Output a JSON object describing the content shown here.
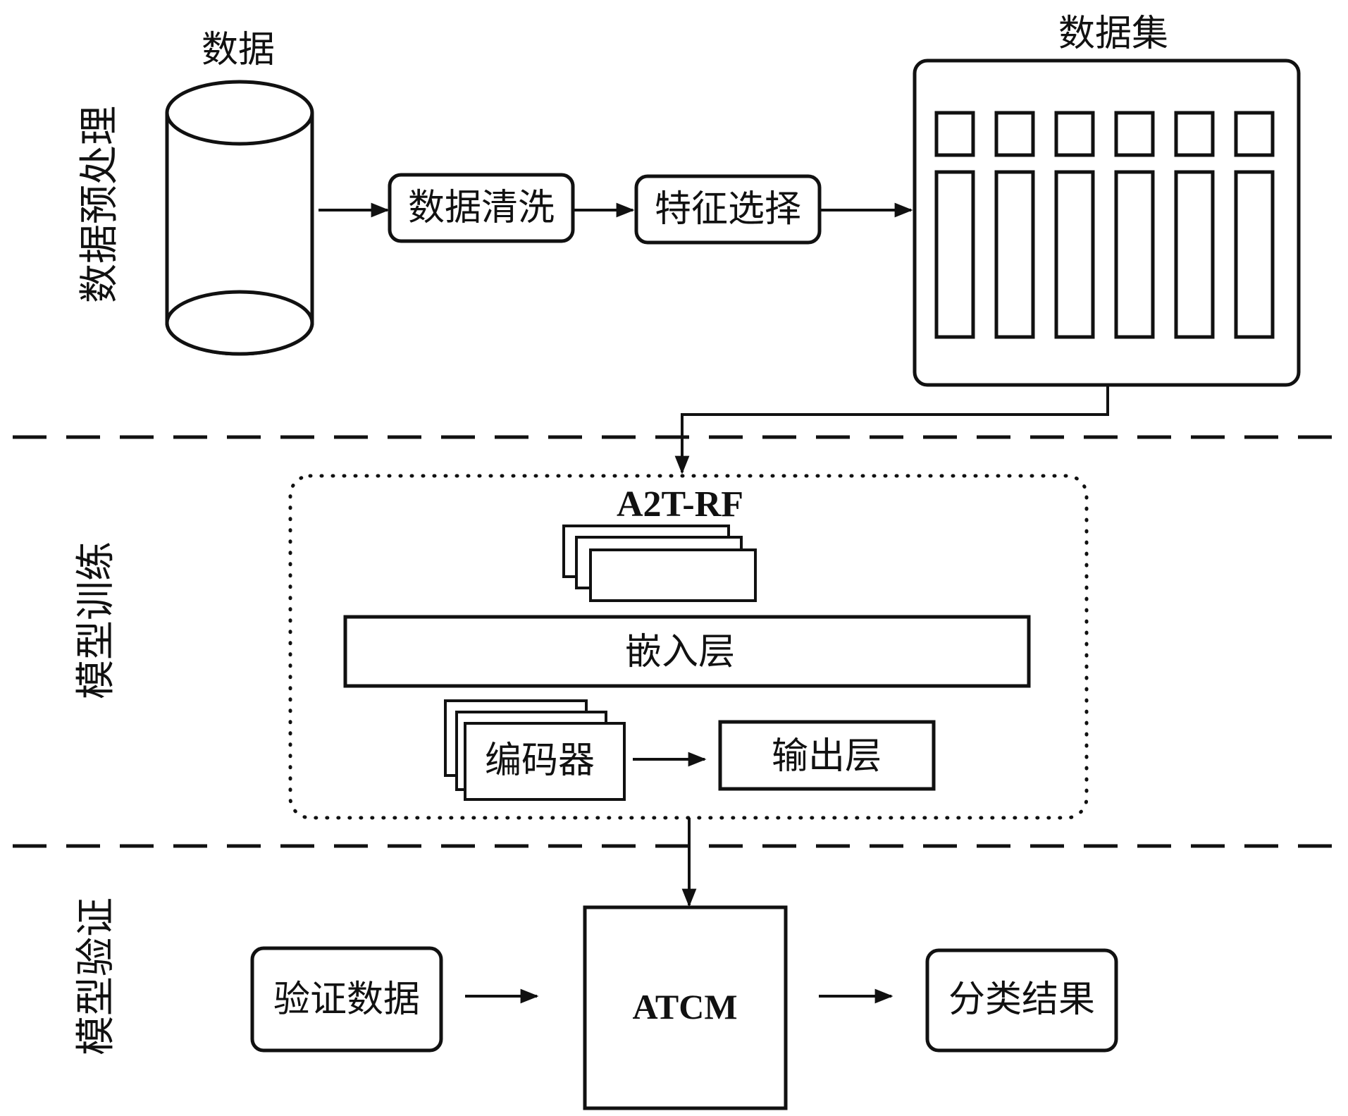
{
  "sections": {
    "preprocess": "数据预处理",
    "training": "模型训练",
    "validation": "模型验证"
  },
  "preprocess": {
    "data_label": "数据",
    "cleaning": "数据清洗",
    "feature_selection": "特征选择",
    "dataset_label": "数据集"
  },
  "training": {
    "model_name": "A2T-RF",
    "embedding": "嵌入层",
    "encoder": "编码器",
    "output": "输出层"
  },
  "validation": {
    "input": "验证数据",
    "model": "ATCM",
    "result": "分类结果"
  },
  "colors": {
    "ink": "#111111",
    "background": "#ffffff"
  }
}
